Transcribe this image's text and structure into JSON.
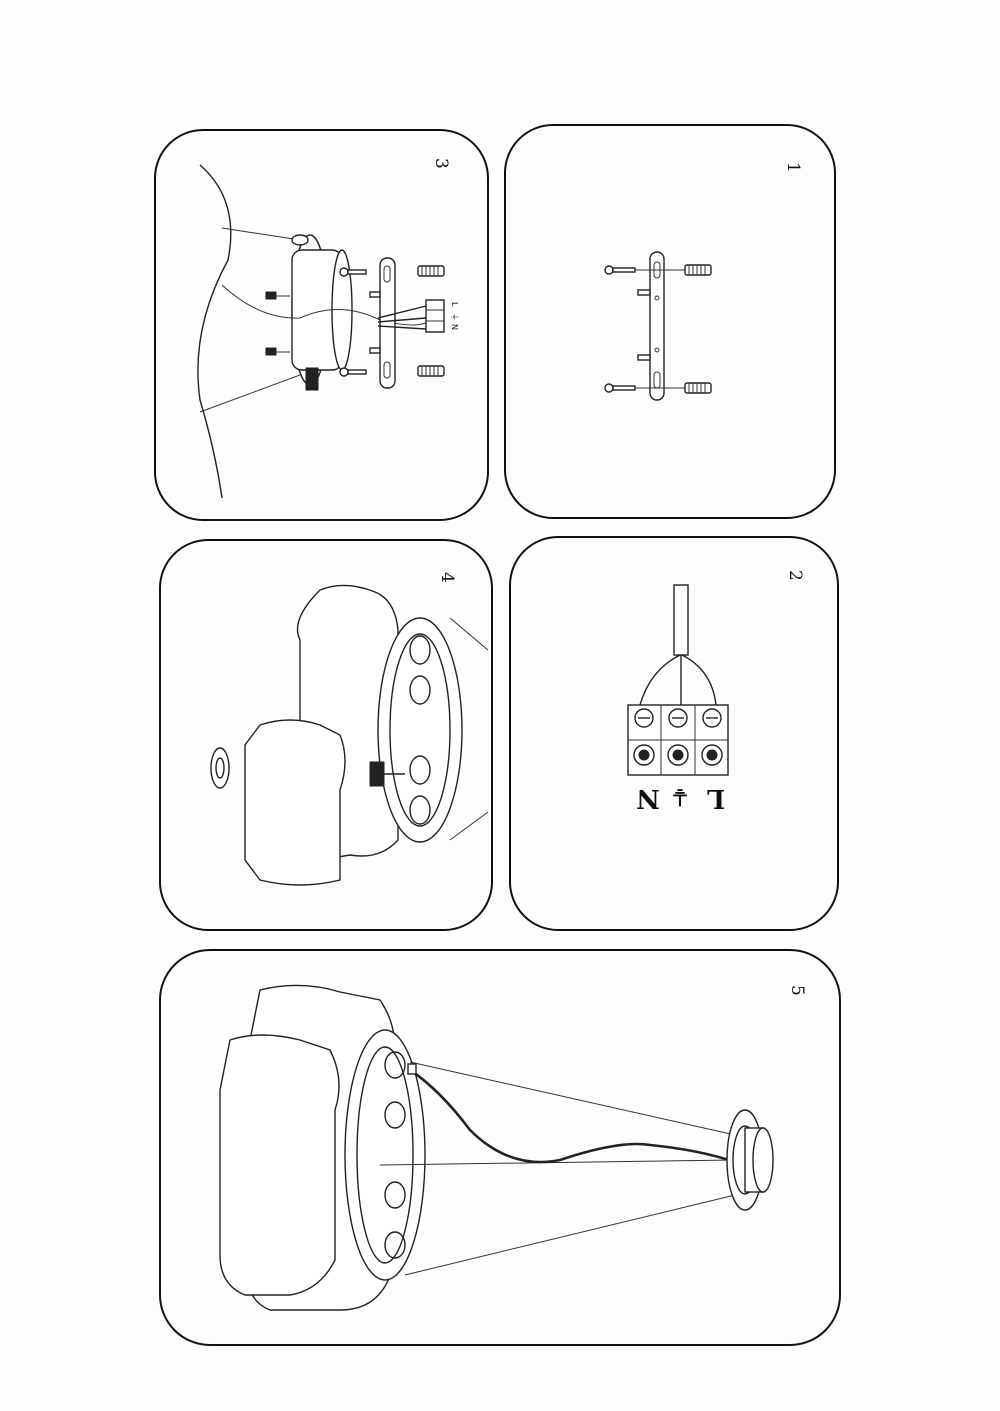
{
  "panels": [
    {
      "id": "1",
      "label": "1"
    },
    {
      "id": "2",
      "label": "2",
      "terminals": [
        "L",
        "⏚",
        "N"
      ]
    },
    {
      "id": "3",
      "label": "3",
      "wire_labels": [
        "L",
        "⏚",
        "N"
      ]
    },
    {
      "id": "4",
      "label": "4"
    },
    {
      "id": "5",
      "label": "5"
    }
  ],
  "colors": {
    "ink": "#222222",
    "paper": "#fdfdfd"
  }
}
